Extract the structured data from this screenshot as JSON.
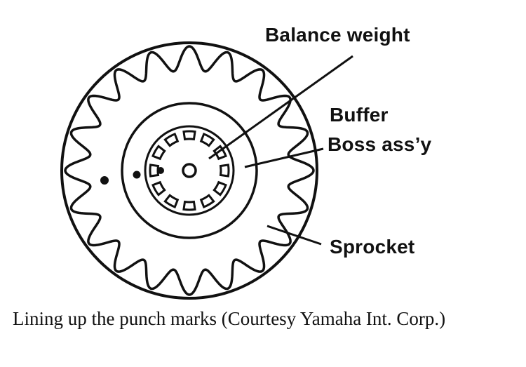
{
  "labels": {
    "balance_weight": "Balance weight",
    "buffer": "Buffer",
    "boss_assy": "Boss ass’y",
    "sprocket": "Sprocket"
  },
  "caption": "Lining up the punch marks (Courtesy Yamaha Int. Corp.)",
  "diagram": {
    "sprocket_teeth": 20,
    "inner_splines": 12,
    "punch_marks": 3
  }
}
